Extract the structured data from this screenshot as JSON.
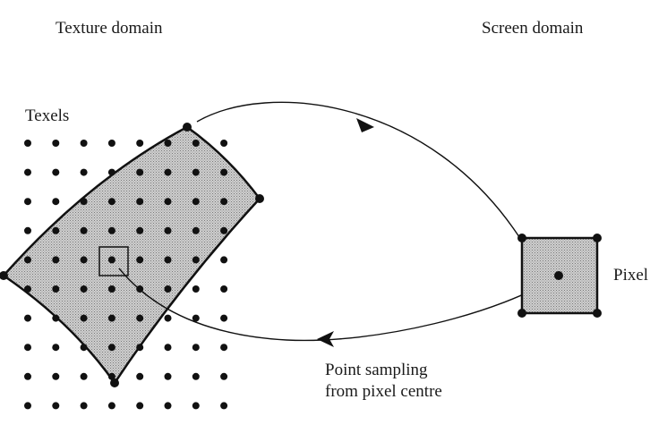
{
  "labels": {
    "texture_domain": "Texture domain",
    "screen_domain": "Screen domain",
    "texels": "Texels",
    "pixel": "Pixel",
    "sampling_line1": "Point sampling",
    "sampling_line2": "from pixel centre"
  },
  "texel_grid": {
    "columns": 8,
    "rows": 10
  },
  "colors": {
    "ink": "#111111",
    "fill": "#bdbdbd",
    "background": "#ffffff"
  }
}
